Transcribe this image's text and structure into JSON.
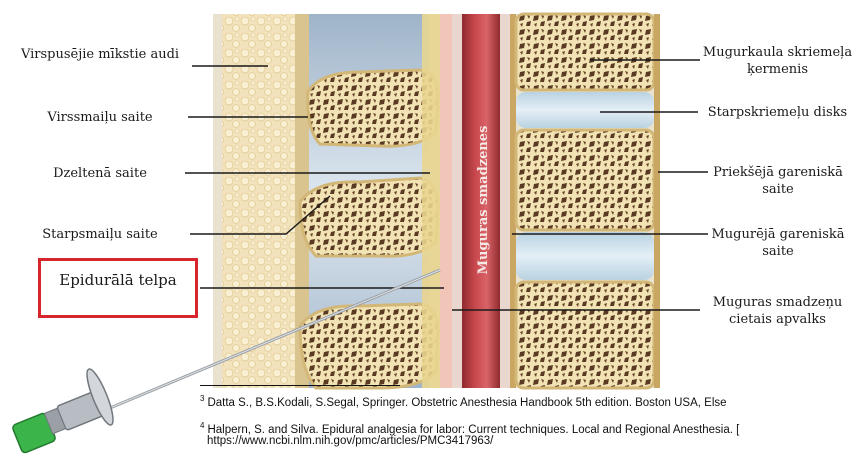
{
  "labels_left": {
    "soft_tissue": "Virspusējie mīkstie audi",
    "supraspinous": "Virssmaiļu saite",
    "ligamentum_flavum": "Dzeltenā saite",
    "interspinous": "Starpsmaiļu saite",
    "epidural": "Epidurālā telpa"
  },
  "labels_right": {
    "vertebral_body": "Mugurkaula skriemeļa ķermenis",
    "disc": "Starpskriemeļu disks",
    "anterior_ligament": "Priekšējā gareniskā saite",
    "posterior_ligament": "Mugurējā gareniskā saite",
    "dura": "Muguras smadzeņu cietais apvalks"
  },
  "spinal_cord_label": "Muguras smadzenes",
  "footnotes": {
    "fn3_num": "3",
    "fn3_text": "Datta S., B.S.Kodali, S.Segal, Springer. Obstetric Anesthesia Handbook 5th edition. Boston USA, Else",
    "fn4_num": "4",
    "fn4_text": "Halpern, S. and Silva. Epidural analgesia for labor: Current techniques. Local and Regional Anesthesia. [",
    "fn4_url": "https://www.ncbi.nlm.nih.gov/pmc/articles/PMC3417963/"
  },
  "colors": {
    "highlight": "#d7262b",
    "spinal_cord": "#b63a3f",
    "bone": "#f2e3b5",
    "disc": "#cfe3ef",
    "needle_hub": "#3bb54a"
  },
  "icons": [
    "epidural-needle-icon"
  ]
}
